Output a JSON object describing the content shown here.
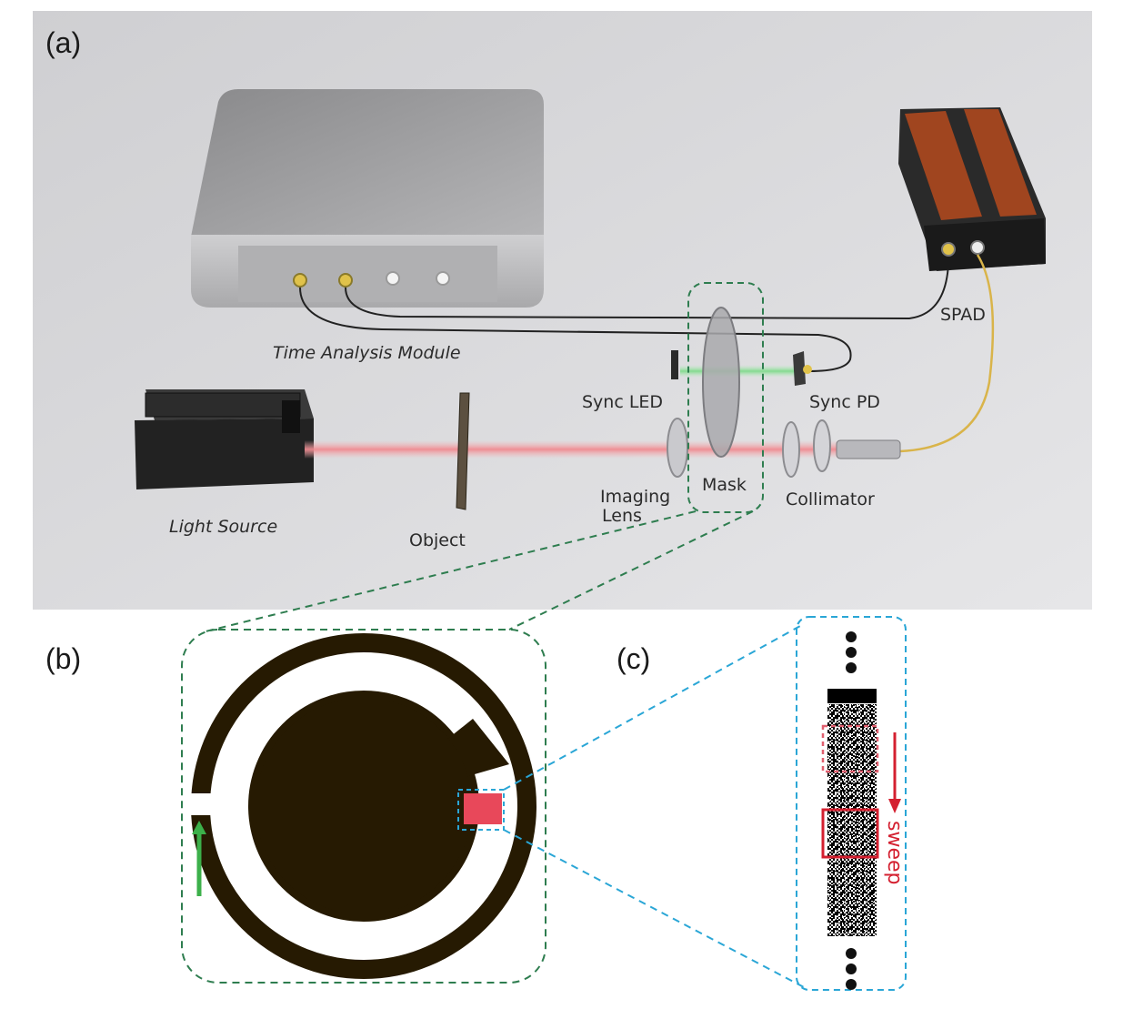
{
  "panels": {
    "a": "(a)",
    "b": "(b)",
    "c": "(c)"
  },
  "labels": {
    "time_analysis_module": "Time Analysis Module",
    "spad": "SPAD",
    "sync_led": "Sync LED",
    "sync_pd": "Sync PD",
    "light_source": "Light Source",
    "object": "Object",
    "imaging_lens_line1": "Imaging",
    "imaging_lens_line2": "Lens",
    "mask": "Mask",
    "collimator": "Collimator",
    "sweep": "sweep"
  },
  "colors": {
    "photo_bg": "#d9d9db",
    "mask_dark": "#261a02",
    "green_dash": "#2e7d4f",
    "blue_dash": "#2aa6d6",
    "red": "#e03040",
    "red_beam": "#f08a90",
    "green_beam": "#7ed98a",
    "green_arrow": "#3cb04a",
    "spad_copper": "#a0451f",
    "cable_yellow": "#d9b44a"
  }
}
